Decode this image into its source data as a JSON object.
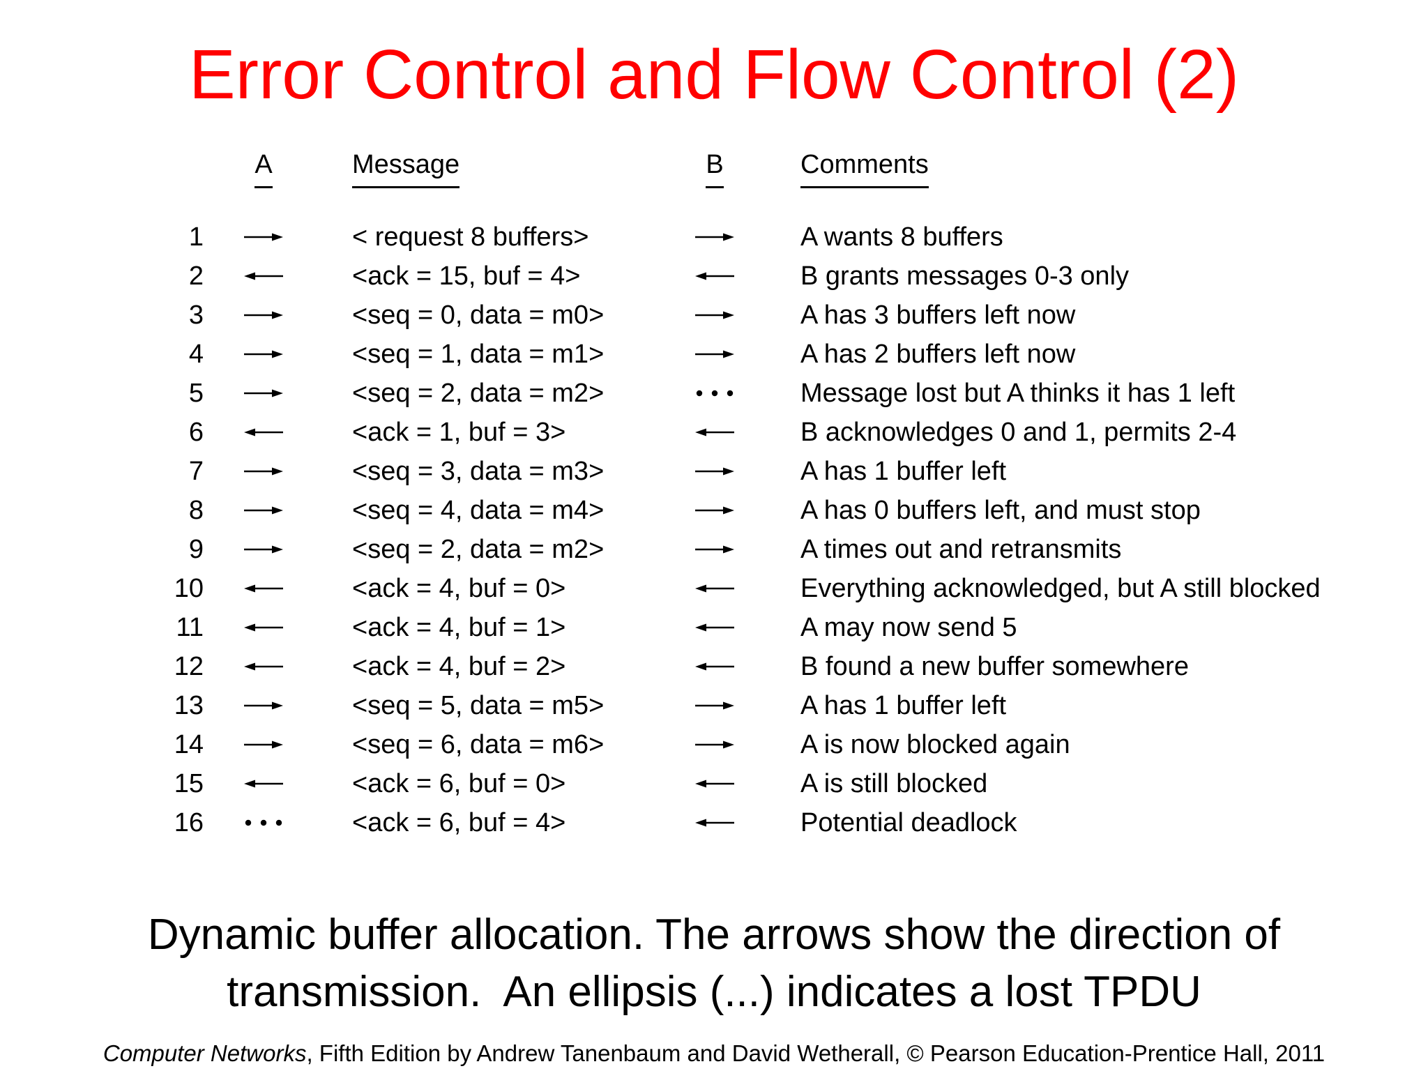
{
  "slide": {
    "title": "Error Control and Flow Control (2)",
    "title_color": "#ff0000",
    "text_color": "#000000",
    "background_color": "#ffffff",
    "caption_line1": "Dynamic buffer allocation. The arrows show the direction of",
    "caption_line2": "transmission.  An ellipsis (...) indicates a lost TPDU",
    "footer_book": "Computer Networks",
    "footer_rest": ", Fifth Edition by Andrew Tanenbaum and David Wetherall, © Pearson Education-Prentice Hall, 2011"
  },
  "table": {
    "headers": {
      "a": "A",
      "message": "Message",
      "b": "B",
      "comments": "Comments"
    },
    "arrow_legend": {
      "right": "right-arrow",
      "left": "left-arrow",
      "lost": "ellipsis-lost-tpdu"
    },
    "rows": [
      {
        "num": "1",
        "a": "right",
        "message": "< request 8 buffers>",
        "b": "right",
        "comment": "A wants 8 buffers"
      },
      {
        "num": "2",
        "a": "left",
        "message": "<ack = 15, buf = 4>",
        "b": "left",
        "comment": "B grants messages 0-3 only"
      },
      {
        "num": "3",
        "a": "right",
        "message": "<seq = 0, data = m0>",
        "b": "right",
        "comment": "A has 3 buffers left now"
      },
      {
        "num": "4",
        "a": "right",
        "message": "<seq = 1, data = m1>",
        "b": "right",
        "comment": "A has 2 buffers left now"
      },
      {
        "num": "5",
        "a": "right",
        "message": "<seq = 2, data = m2>",
        "b": "lost",
        "comment": "Message lost but A thinks it has 1 left"
      },
      {
        "num": "6",
        "a": "left",
        "message": "<ack = 1, buf = 3>",
        "b": "left",
        "comment": "B acknowledges 0 and 1, permits 2-4"
      },
      {
        "num": "7",
        "a": "right",
        "message": "<seq = 3, data = m3>",
        "b": "right",
        "comment": "A has 1 buffer left"
      },
      {
        "num": "8",
        "a": "right",
        "message": "<seq = 4, data = m4>",
        "b": "right",
        "comment": "A has 0 buffers left, and must stop"
      },
      {
        "num": "9",
        "a": "right",
        "message": "<seq = 2, data = m2>",
        "b": "right",
        "comment": "A times out and retransmits"
      },
      {
        "num": "10",
        "a": "left",
        "message": "<ack = 4, buf = 0>",
        "b": "left",
        "comment": "Everything acknowledged, but A still blocked"
      },
      {
        "num": "11",
        "a": "left",
        "message": "<ack = 4, buf = 1>",
        "b": "left",
        "comment": "A may now send 5"
      },
      {
        "num": "12",
        "a": "left",
        "message": "<ack = 4, buf = 2>",
        "b": "left",
        "comment": "B found a new buffer somewhere"
      },
      {
        "num": "13",
        "a": "right",
        "message": "<seq = 5, data = m5>",
        "b": "right",
        "comment": "A has 1 buffer left"
      },
      {
        "num": "14",
        "a": "right",
        "message": "<seq = 6, data = m6>",
        "b": "right",
        "comment": "A is now blocked again"
      },
      {
        "num": "15",
        "a": "left",
        "message": "<ack = 6, buf = 0>",
        "b": "left",
        "comment": "A is still blocked"
      },
      {
        "num": "16",
        "a": "lost",
        "message": "<ack = 6, buf = 4>",
        "b": "left",
        "comment": "Potential deadlock"
      }
    ]
  }
}
